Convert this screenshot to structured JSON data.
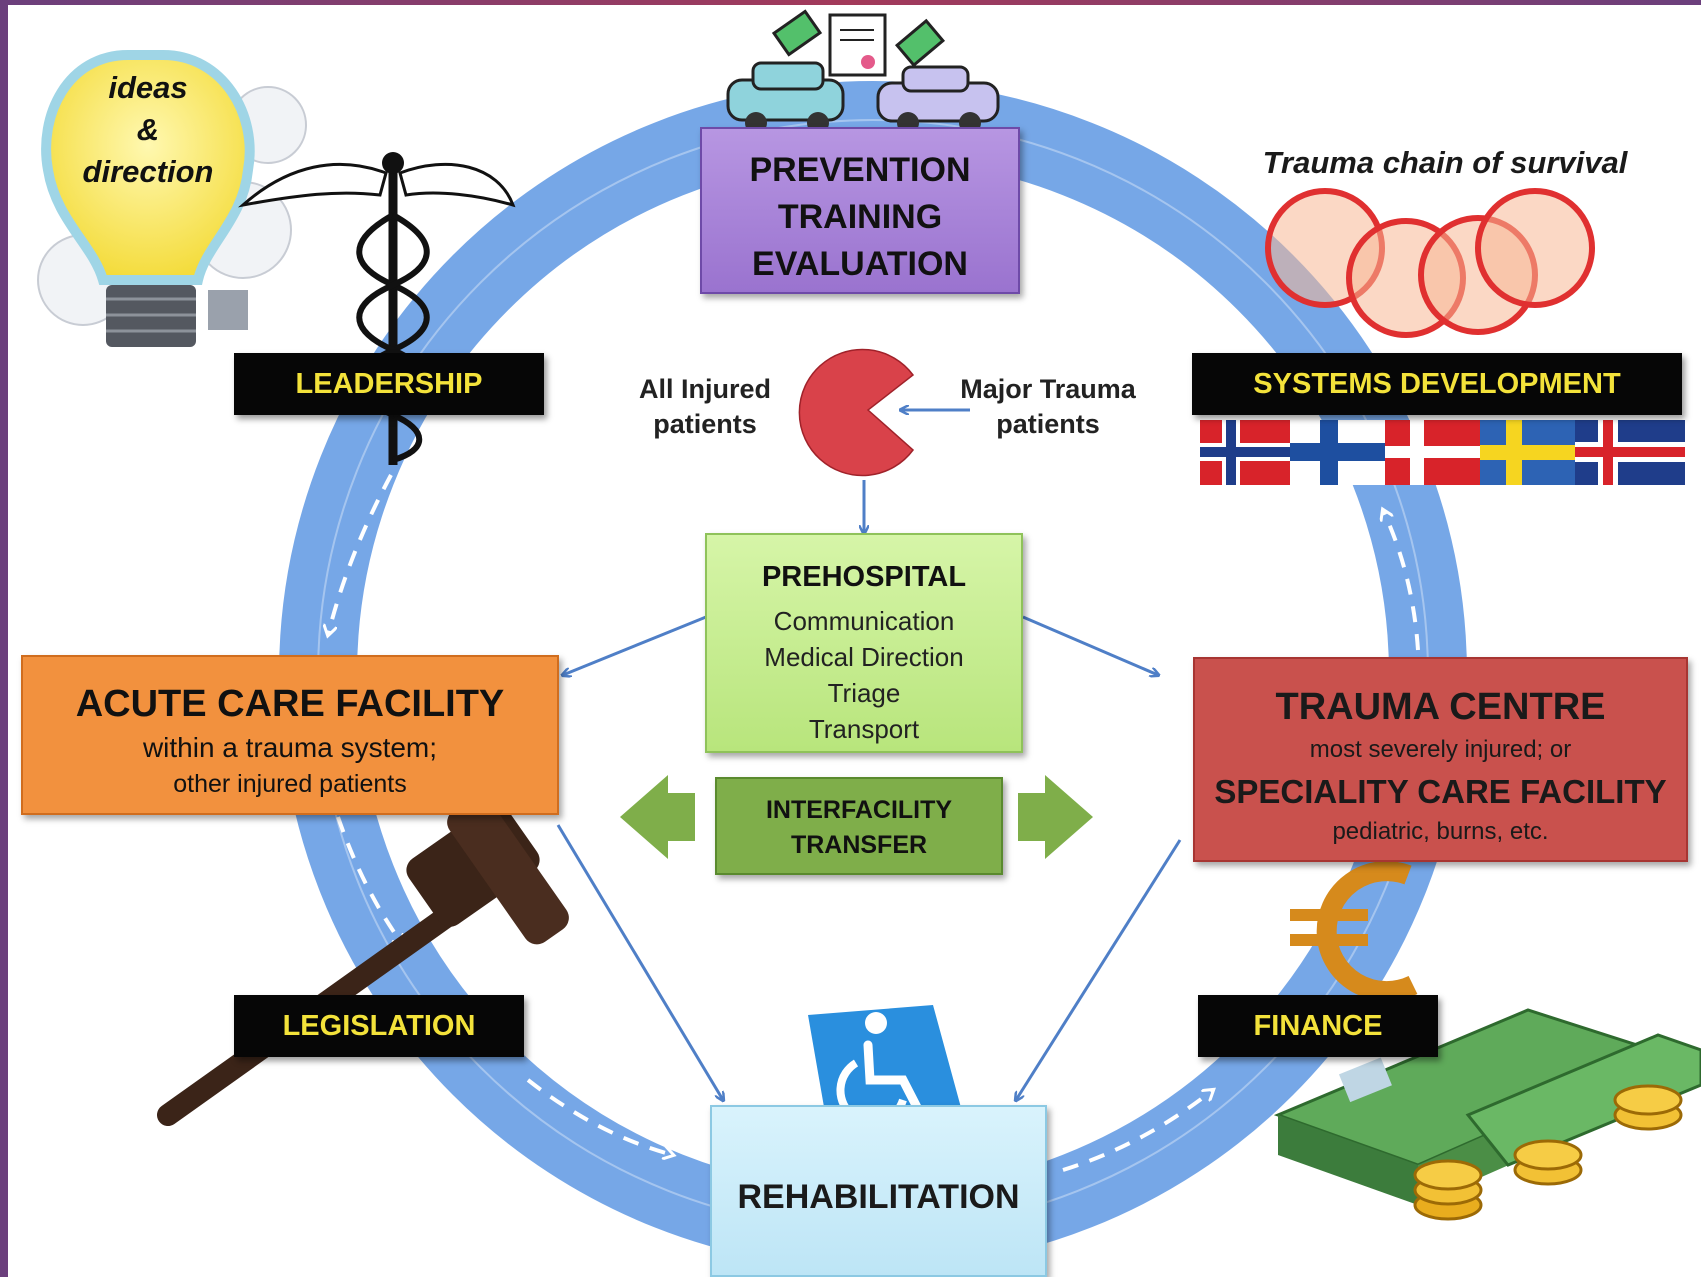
{
  "title": "Trauma chain of survival",
  "prevention": {
    "line1": "PREVENTION",
    "line2": "TRAINING",
    "line3": "EVALUATION"
  },
  "ideas": {
    "line1": "ideas",
    "line2": "&",
    "line3": "direction"
  },
  "labels": {
    "leadership": "LEADERSHIP",
    "systems": "SYSTEMS DEVELOPMENT",
    "legislation": "LEGISLATION",
    "finance": "FINANCE"
  },
  "all_injured": {
    "line1": "All Injured",
    "line2": "patients"
  },
  "major_trauma": {
    "line1": "Major Trauma",
    "line2": "patients"
  },
  "prehospital": {
    "title": "PREHOSPITAL",
    "items": [
      "Communication",
      "Medical Direction",
      "Triage",
      "Transport"
    ]
  },
  "acute": {
    "title": "ACUTE CARE FACILITY",
    "line1": "within a trauma system;",
    "line2": "other injured patients"
  },
  "trauma_centre": {
    "title": "TRAUMA CENTRE",
    "line1": "most severely injured; or",
    "title2": "SPECIALITY CARE FACILITY",
    "line2": "pediatric, burns, etc."
  },
  "transfer": {
    "line1": "INTERFACILITY",
    "line2": "TRANSFER"
  },
  "rehab": "REHABILITATION",
  "colors": {
    "ring": "#6fa2e6",
    "prevention": "#a77fd6",
    "prehospital": "#c4ec8c",
    "acute": "#f2913e",
    "trauma": "#c9514d",
    "transfer": "#7fae4a",
    "rehab": "#c9ecfa",
    "label_text": "#f3e23a"
  }
}
